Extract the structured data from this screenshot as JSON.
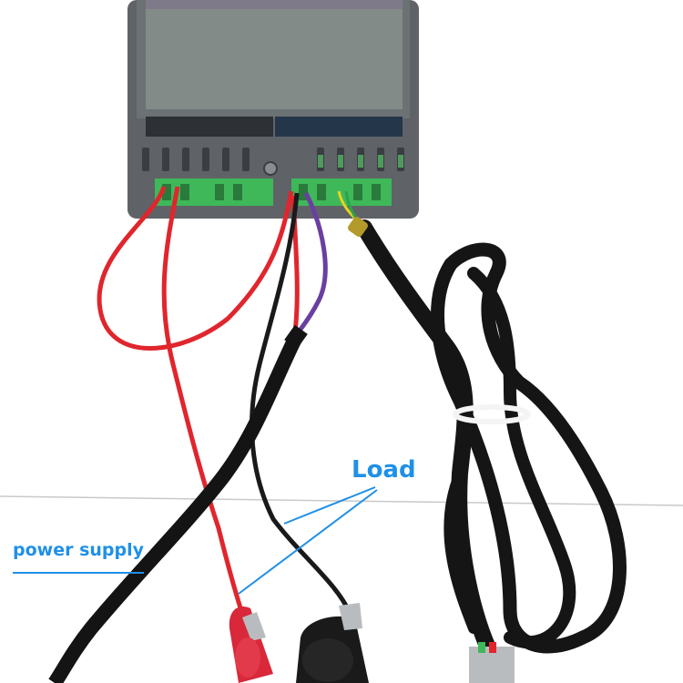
{
  "annotations": {
    "load_label": "Load",
    "power_supply_label": "power supply"
  },
  "colors": {
    "annotation": "#1e90e8",
    "background": "#ffffff",
    "device_body": "#5f6367",
    "display_panel": "#838b88",
    "terminal_green": "#3fb85a",
    "wire_red": "#e0262d",
    "wire_black": "#1a1a1a",
    "wire_purple": "#6a3fa0",
    "clip_red": "#d8283a"
  },
  "icons": [
    "thermostat-controller",
    "alligator-clip-red",
    "alligator-clip-black",
    "sensor-cable"
  ]
}
